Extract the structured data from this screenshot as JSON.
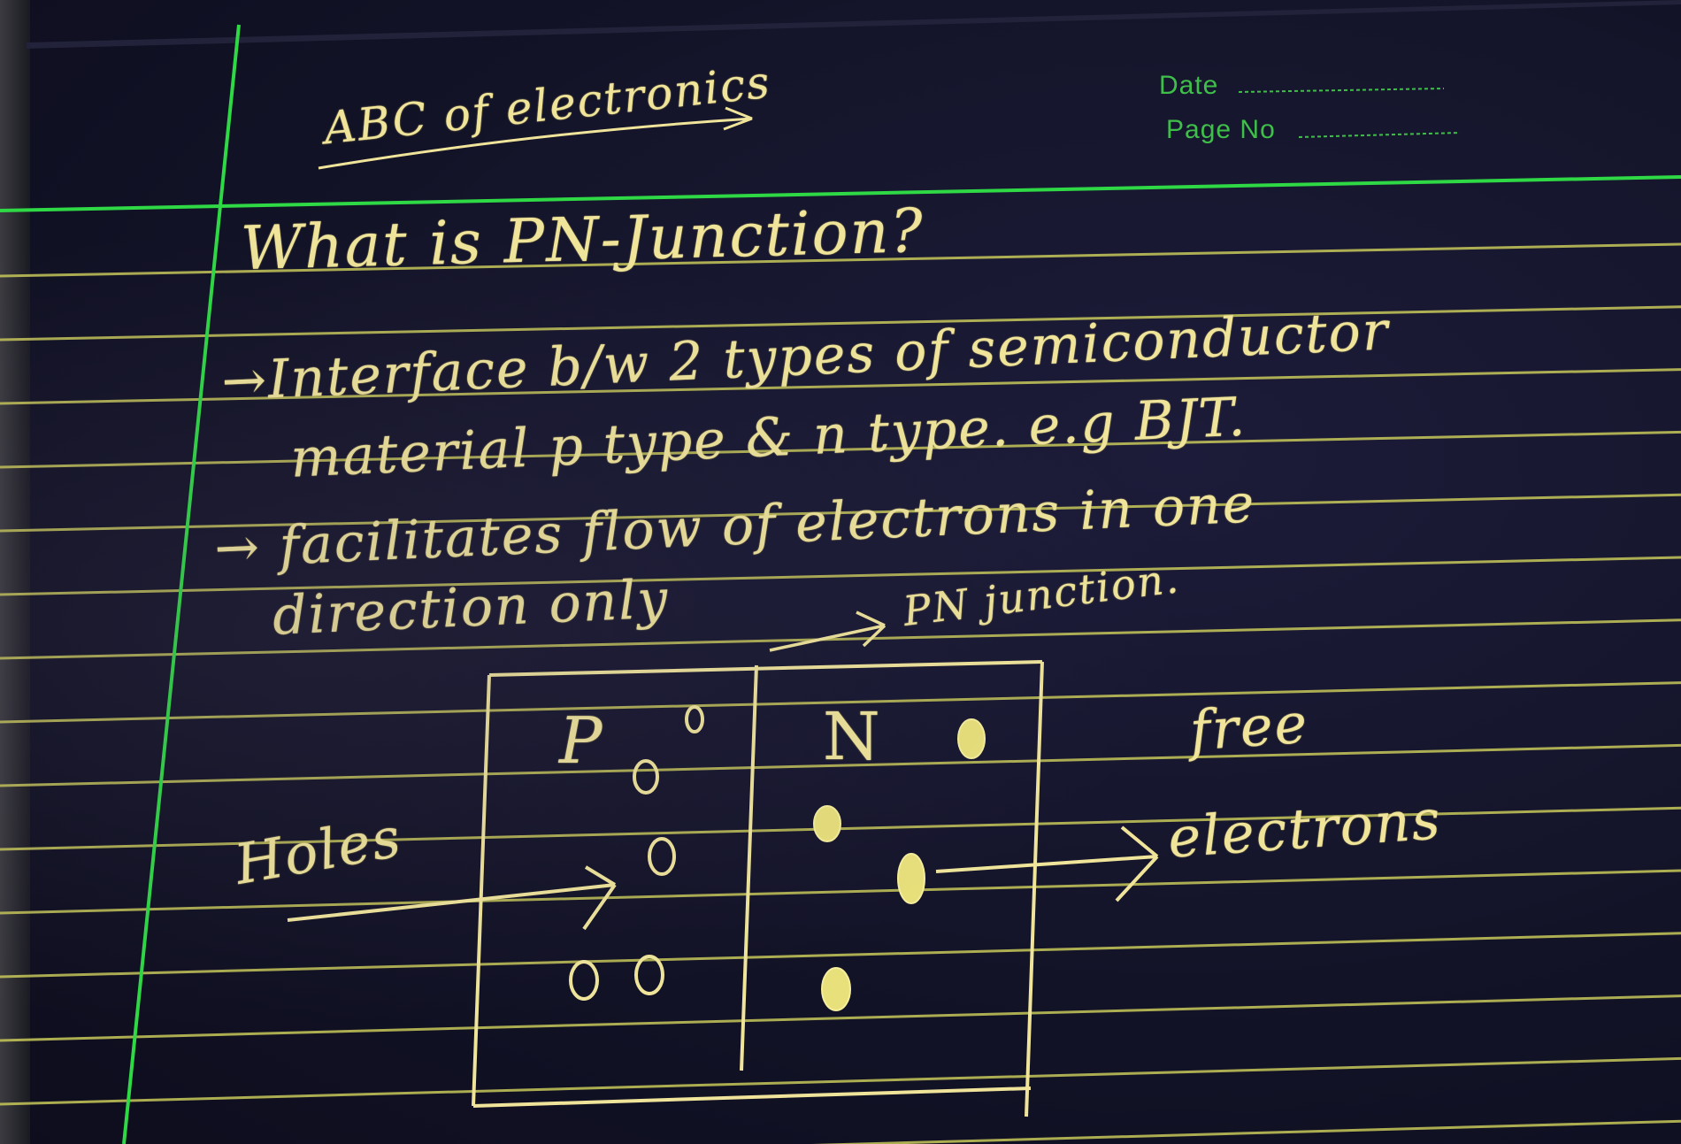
{
  "header": {
    "date_label": "Date",
    "page_no_label": "Page No"
  },
  "notes": {
    "title": "ABC of electronics",
    "question": "What is PN-Junction?",
    "point1_line1": "→Interface b/w 2 types of semiconductor",
    "point1_line2": "material p type & n type. e.g BJT.",
    "point2_line1": "→ facilitates flow of electrons in one",
    "point2_line2": "direction only",
    "pn_junction_label": "PN junction."
  },
  "diagram": {
    "p_label": "P",
    "n_label": "N",
    "holes_label": "Holes",
    "free_label": "free",
    "electrons_label": "electrons"
  },
  "colors": {
    "paper": "#131328",
    "rule_lines": "#c8c85a",
    "margin_line": "#2fd845",
    "ink": "#efe49a",
    "printed_text": "#3fbf4a"
  }
}
